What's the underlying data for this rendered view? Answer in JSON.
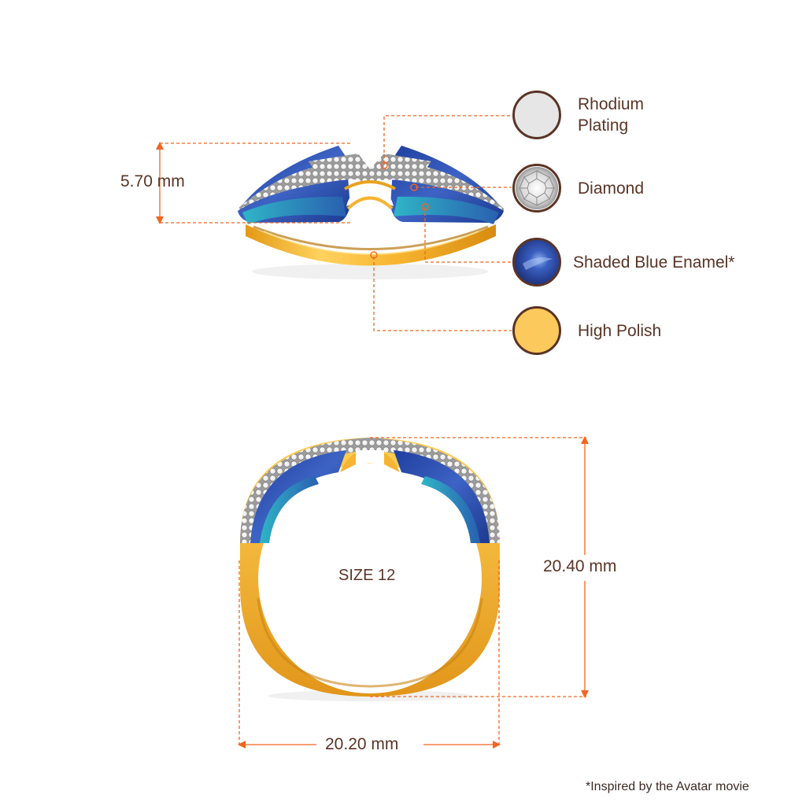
{
  "dimensions": {
    "height_side": "5.70 mm",
    "height_front": "20.40 mm",
    "width_front": "20.20 mm"
  },
  "size_label": "SIZE 12",
  "materials": [
    {
      "lines": [
        "Rhodium",
        "Plating"
      ],
      "icon": "rhodium-swatch-icon",
      "color": "#e6e6e6"
    },
    {
      "lines": [
        "Diamond"
      ],
      "icon": "diamond-swatch-icon",
      "color": "#f2f2f2"
    },
    {
      "lines": [
        "Shaded Blue Enamel*"
      ],
      "icon": "enamel-swatch-icon",
      "color": "#2c4a9a"
    },
    {
      "lines": [
        "High Polish"
      ],
      "icon": "gold-swatch-icon",
      "color": "#fcc95c"
    }
  ],
  "colors": {
    "guide": "#f26522",
    "text": "#5a3426",
    "gold": "#f7b733",
    "gold_dark": "#d98e12",
    "enamel": "#2f4fa8",
    "teal": "#2fa6b8"
  },
  "footnote": "*Inspired by the Avatar movie"
}
